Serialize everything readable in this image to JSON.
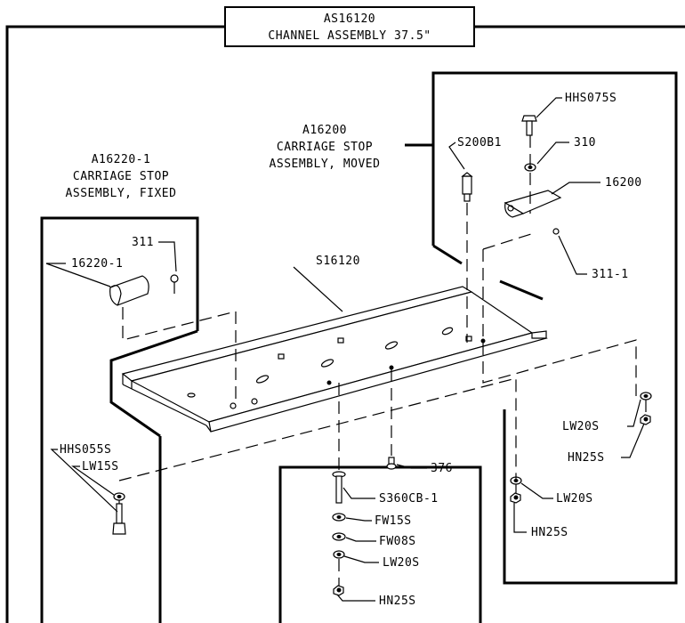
{
  "title": {
    "part_number": "AS16120",
    "name": "CHANNEL ASSEMBLY 37.5\""
  },
  "subassemblies": {
    "fixed": {
      "part_number": "A16220-1",
      "line1": "CARRIAGE STOP",
      "line2": "ASSEMBLY, FIXED"
    },
    "moved": {
      "part_number": "A16200",
      "line1": "CARRIAGE STOP",
      "line2": "ASSEMBLY, MOVED"
    }
  },
  "callouts": {
    "hhs075s": "HHS075S",
    "p310": "310",
    "s200b1": "S200B1",
    "p16200": "16200",
    "p311_1": "311-1",
    "p311": "311",
    "p16220_1": "16220-1",
    "s16120": "S16120",
    "hhs055s": "HHS055S",
    "lw15s": "LW15S",
    "lw20s_right_top": "LW20S",
    "hn25s_right_top": "HN25S",
    "lw20s_right_bottom": "LW20S",
    "hn25s_right_bottom": "HN25S",
    "p376": "376",
    "s360cb_1": "S360CB-1",
    "fw15s": "FW15S",
    "fw08s": "FW08S",
    "lw20s_center": "LW20S",
    "hn25s_center": "HN25S"
  }
}
